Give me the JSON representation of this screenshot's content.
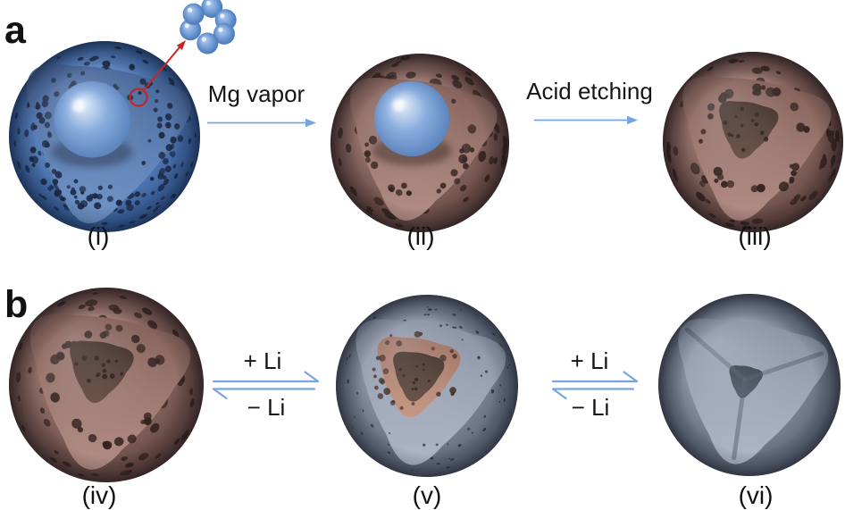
{
  "panels": {
    "a": {
      "label": "a"
    },
    "b": {
      "label": "b"
    }
  },
  "arrows": {
    "mg_vapor": {
      "label": "Mg vapor"
    },
    "acid_etching": {
      "label": "Acid etching"
    },
    "lithiation_1": {
      "plus_label": "+ Li",
      "minus_label": "− Li"
    },
    "lithiation_2": {
      "plus_label": "+ Li",
      "minus_label": "− Li"
    }
  },
  "spheres": [
    {
      "caption": "(i)",
      "style": "blue-porous-core"
    },
    {
      "caption": "(ii)",
      "style": "brown-porous-blue-core"
    },
    {
      "caption": "(iii)",
      "style": "brown-porous-hollow"
    },
    {
      "caption": "(iv)",
      "style": "brown-porous-hollow"
    },
    {
      "caption": "(v)",
      "style": "gray-brown-hollow"
    },
    {
      "caption": "(vi)",
      "style": "gray-smooth-hollow"
    }
  ],
  "annotations": {
    "magnifier": {
      "circle_color": "#c4262a",
      "arrow_color": "#c4262a"
    },
    "nanoparticle_cluster": {
      "count": 6,
      "color": "#6f9bd6"
    }
  },
  "colors": {
    "background": "#ffffff",
    "text": "#151515",
    "arrow_blue": "#7aa4dd"
  },
  "palettes": {
    "blue": {
      "surface_hi": "#7da0d4",
      "surface": "#5d87c5",
      "surface_dark": "#2e5590",
      "pore": "#1c2b4d",
      "wall_top": "#3f5f94",
      "wall_bottom": "#6e93c8",
      "wall_pore": "#16233f",
      "core_hi": "#e6eefa",
      "core": "#76a0d8",
      "core_dark": "#4470b0"
    },
    "brown": {
      "surface_hi": "#aa847c",
      "surface": "#96716b",
      "surface_dark": "#583c36",
      "pore": "#33211d",
      "wall_top": "#7d5951",
      "wall_bottom": "#b28c83",
      "wall_pore": "#2d1c18",
      "cavity_top": "#33221c",
      "cavity_bottom": "#5e4238",
      "cavity_pore": "#1a0e0b"
    },
    "gray": {
      "surface_hi": "#a0aabb",
      "surface": "#8b95a8",
      "surface_dark": "#525a6a",
      "pore": "#2b3140",
      "wall_top": "#858ea1",
      "wall_bottom": "#aeb6c5",
      "wall_pore": "#333a49",
      "cavity_top": "#2e3541",
      "cavity_bottom": "#4d5665"
    },
    "shell": {
      "wall_top": "#96685a",
      "wall_bottom": "#c2917b",
      "wall_pore": "#3a241d",
      "cavity_top": "#33221b",
      "cavity_bottom": "#5d4236",
      "cavity_pore": "#1a0e0a"
    }
  }
}
